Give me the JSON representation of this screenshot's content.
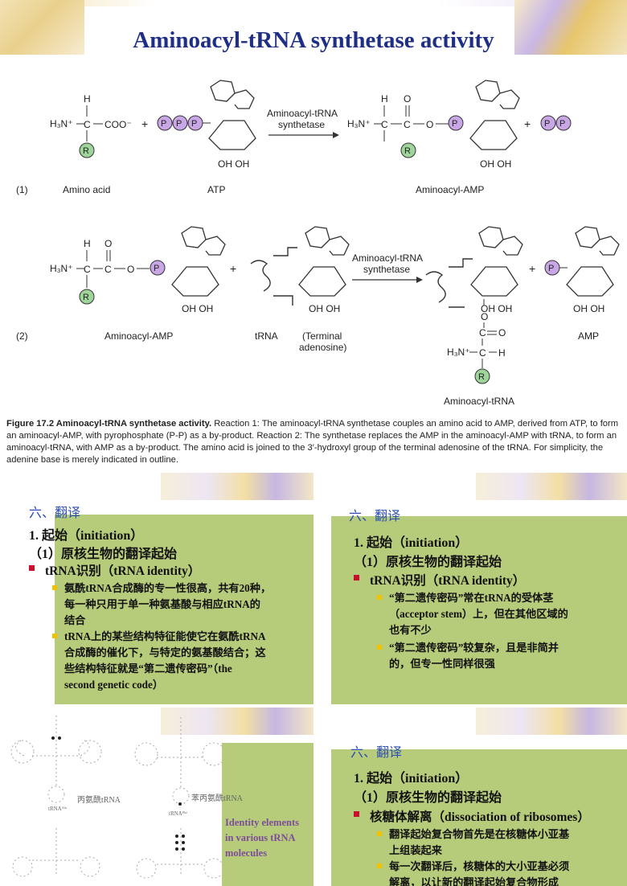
{
  "title": "Aminoacyl-tRNA synthetase activity",
  "diagram": {
    "reaction1": {
      "number": "(1)",
      "amino_acid": "Amino acid",
      "atp": "ATP",
      "product": "Aminoacyl-AMP",
      "enzyme_line1": "Aminoacyl-tRNA",
      "enzyme_line2": "synthetase",
      "coo": "COO⁻",
      "oh": "OH  OH"
    },
    "reaction2": {
      "number": "(2)",
      "reactant": "Aminoacyl-AMP",
      "trna": "tRNA",
      "terminal1": "(Terminal",
      "terminal2": "adenosine)",
      "product": "Aminoacyl-tRNA",
      "amp": "AMP",
      "enzyme_line1": "Aminoacyl-tRNA",
      "enzyme_line2": "synthetase"
    },
    "atoms": {
      "P": "P",
      "R": "R",
      "H": "H",
      "C": "C",
      "O": "O",
      "N": "N"
    }
  },
  "caption": {
    "bold": "Figure 17.2   Aminoacyl-tRNA synthetase activity.",
    "text": " Reaction 1: The aminoacyl-tRNA synthetase couples an amino acid to AMP, derived from ATP, to form an aminoacyl-AMP, with pyrophosphate (P-P) as a by-product. Reaction 2: The synthetase replaces the AMP in the aminoacyl-AMP with tRNA, to form an aminoacyl-tRNA, with AMP as a by-product. The amino acid is joined to the 3′-hydroxyl group of the terminal adenosine of the tRNA. For simplicity, the adenine base is merely indicated in outline."
  },
  "panel_a": {
    "section": "六、翻译",
    "heading": "1. 起始（initiation）",
    "subheading": "（1）原核生物的翻译起始",
    "bullet": "tRNA识别（tRNA identity）",
    "items": [
      "氨酰tRNA合成酶的专一性很高，共有20种，",
      "每一种只用于单一种氨基酸与相应tRNA的",
      "结合",
      "tRNA上的某些结构特征能使它在氨酰tRNA",
      "合成酶的催化下，与特定的氨基酸结合；这",
      "些结构特征就是“第二遗传密码”（the",
      "second genetic code）"
    ]
  },
  "panel_b": {
    "section": "六、翻译",
    "heading": "1. 起始（initiation）",
    "subheading": "（1）原核生物的翻译起始",
    "bullet": "tRNA识别（tRNA identity）",
    "items": [
      "“第二遗传密码”常在tRNA的受体茎",
      "（acceptor stem）上，但在其他区域的",
      "也有不少",
      "“第二遗传密码”较复杂，且是非简并",
      "的，但专一性同样很强"
    ]
  },
  "panel_c": {
    "label_ala": "丙氨酰tRNA",
    "label_phe": "苯丙氨酰tRNA",
    "tag_ala": "tRNAᴬˡᵃ",
    "tag_phe": "tRNAᴾʰᵉ",
    "identity": [
      "Identity elements",
      "in various tRNA",
      "molecules"
    ]
  },
  "panel_d": {
    "section": "六、翻译",
    "heading": "1. 起始（initiation）",
    "subheading": "（1）原核生物的翻译起始",
    "bullet": "核糖体解离（dissociation of ribosomes）",
    "items": [
      "翻译起始复合物首先是在核糖体小亚基",
      "上组装起来",
      "每一次翻译后，核糖体的大小亚基必须",
      "解离，以让新的翻译起始复合物形成"
    ]
  },
  "colors": {
    "title": "#1f2f86",
    "section": "#2b4fb6",
    "green_panel": "#b7cc7a",
    "bullet_red": "#c8102e",
    "bullet_yellow": "#f2c200",
    "phosphate": "#c9a6e6",
    "r_group": "#9fd49b"
  }
}
